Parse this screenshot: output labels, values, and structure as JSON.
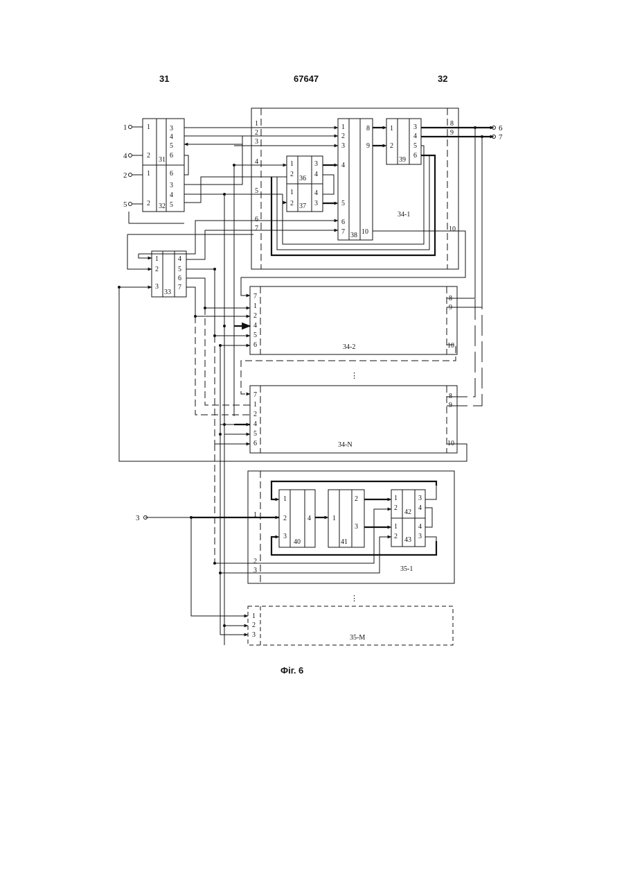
{
  "header": {
    "left_page": "31",
    "patent_number": "67647",
    "right_page": "32"
  },
  "figure_caption": "Фіг. 6",
  "terminals": {
    "t1": "1",
    "t4": "4",
    "t2": "2",
    "t5": "5",
    "t3": "3",
    "t6": "6",
    "t7": "7"
  },
  "blocks": {
    "b31": "31",
    "b32": "32",
    "b33": "33",
    "b36": "36",
    "b37": "37",
    "b38": "38",
    "b39": "39",
    "b40": "40",
    "b41": "41",
    "b42": "42",
    "b43": "43",
    "b34_1": "34-1",
    "b34_2": "34-2",
    "b34_n": "34-N",
    "b35_1": "35-1",
    "b35_m": "35-M"
  },
  "ports": {
    "p1": "1",
    "p2": "2",
    "p3": "3",
    "p4": "4",
    "p5": "5",
    "p6": "6",
    "p7": "7",
    "p8": "8",
    "p9": "9",
    "p10": "10"
  },
  "ellipsis": "⋮"
}
